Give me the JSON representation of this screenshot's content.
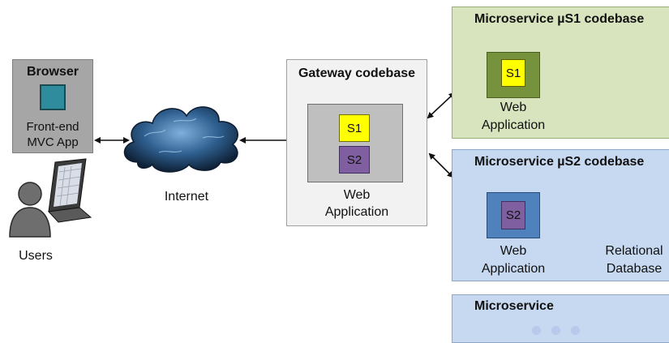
{
  "browser": {
    "title": "Browser",
    "line1": "Front-end",
    "line2": "MVC App"
  },
  "internet": {
    "label": "Internet"
  },
  "users": {
    "label": "Users"
  },
  "gateway": {
    "title": "Gateway codebase",
    "s1": "S1",
    "s2": "S2",
    "line1": "Web",
    "line2": "Application"
  },
  "ms1": {
    "title": "Microservice µS1 codebase",
    "s1": "S1",
    "line1": "Web",
    "line2": "Application"
  },
  "ms2": {
    "title": "Microservice µS2 codebase",
    "s2": "S2",
    "line1": "Web",
    "line2": "Application",
    "db_line1": "Relational",
    "db_line2": "Database"
  },
  "ms3": {
    "title": "Microservice"
  },
  "colors": {
    "gateway_bg": "#f2f2f2",
    "ms1_bg": "#d7e4bd",
    "ms2_bg": "#c6d9f1",
    "s1": "#ffff00",
    "s2": "#7f5f9f"
  }
}
